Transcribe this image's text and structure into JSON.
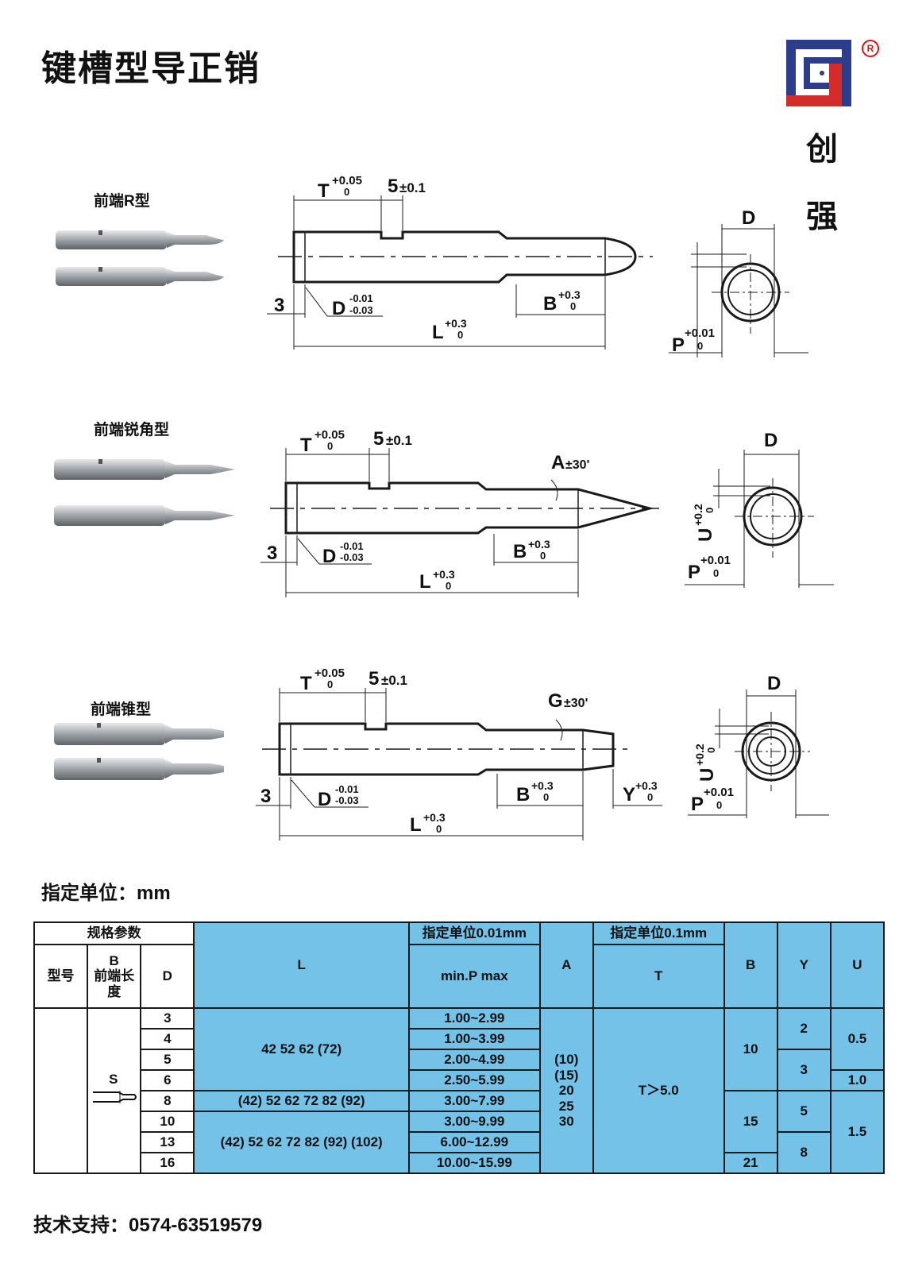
{
  "page": {
    "title": "键槽型导正销"
  },
  "brand": {
    "char1": "创",
    "char2": "强",
    "reg_mark": "R",
    "logo_color": "#2b3d8c",
    "logo_accent": "#d62b2b"
  },
  "sections": [
    {
      "label": "前端R型"
    },
    {
      "label": "前端锐角型"
    },
    {
      "label": "前端锥型"
    }
  ],
  "dims": {
    "T": "T",
    "T_up": "+0.05",
    "T_low": "0",
    "slot": "5",
    "slot_tol": "±0.1",
    "three": "3",
    "D": "D",
    "D_up": "-0.01",
    "D_low": "-0.03",
    "B": "B",
    "B_up": "+0.3",
    "B_low": "0",
    "L": "L",
    "L_up": "+0.3",
    "L_low": "0",
    "P": "P",
    "P_up": "+0.01",
    "P_low": "0",
    "U": "U",
    "U_up": "+0.2",
    "U_low": "0",
    "A": "A",
    "A_tol": "±30'",
    "G": "G",
    "G_tol": "±30'",
    "Y": "Y",
    "Y_up": "+0.3",
    "Y_low": "0",
    "Dtop": "D"
  },
  "unit_title": "指定单位：mm",
  "table": {
    "h_spec": "规格参数",
    "h_model": "型号",
    "h_b_front": "B\n前端长\n度",
    "h_d": "D",
    "h_l": "L",
    "h_unit001": "指定单位0.01mm",
    "h_minp": "min.P max",
    "h_a": "A",
    "h_unit01": "指定单位0.1mm",
    "h_t": "T",
    "h_b": "B",
    "h_y": "Y",
    "h_u": "U",
    "model_s": "S",
    "d_values": [
      "3",
      "4",
      "5",
      "6",
      "8",
      "10",
      "13",
      "16"
    ],
    "p_values": [
      "1.00~2.99",
      "1.00~3.99",
      "2.00~4.99",
      "2.50~5.99",
      "3.00~7.99",
      "3.00~9.99",
      "6.00~12.99",
      "10.00~15.99"
    ],
    "l_group1": "42 52 62 (72)",
    "l_group2": "(42) 52 62 72 82 (92)",
    "l_group3": "(42) 52 62 72 82 (92) (102)",
    "a_values": [
      "(10)",
      "(15)",
      "20",
      "25",
      "30"
    ],
    "t_value": "T＞5.0",
    "b_values": [
      "10",
      "15",
      "21"
    ],
    "y_values": [
      "2",
      "3",
      "5",
      "8"
    ],
    "u_values": [
      "0.5",
      "1.0",
      "1.5"
    ]
  },
  "support": "技术支持：0574-63519579",
  "colors": {
    "table_blue": "#74c2e8",
    "line": "#1a1a1a",
    "pin_gray": "#9a9ea3"
  }
}
